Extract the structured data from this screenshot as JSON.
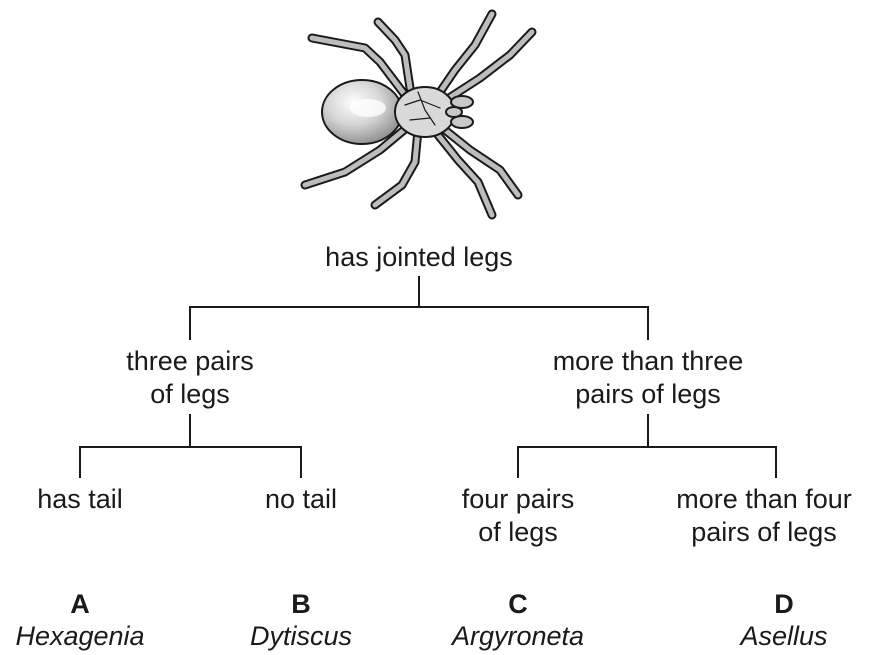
{
  "diagram": {
    "illustration": "spider",
    "root": "has jointed legs",
    "left_branch": {
      "line1": "three pairs",
      "line2": "of legs"
    },
    "right_branch": {
      "line1": "more than three",
      "line2": "pairs of legs"
    },
    "leaves": [
      {
        "line1": "has tail",
        "line2": ""
      },
      {
        "line1": "no tail",
        "line2": ""
      },
      {
        "line1": "four pairs",
        "line2": "of legs"
      },
      {
        "line1": "more than four",
        "line2": "pairs of legs"
      }
    ],
    "options": [
      {
        "letter": "A",
        "name": "Hexagenia"
      },
      {
        "letter": "B",
        "name": "Dytiscus"
      },
      {
        "letter": "C",
        "name": "Argyroneta"
      },
      {
        "letter": "D",
        "name": "Asellus"
      }
    ]
  }
}
